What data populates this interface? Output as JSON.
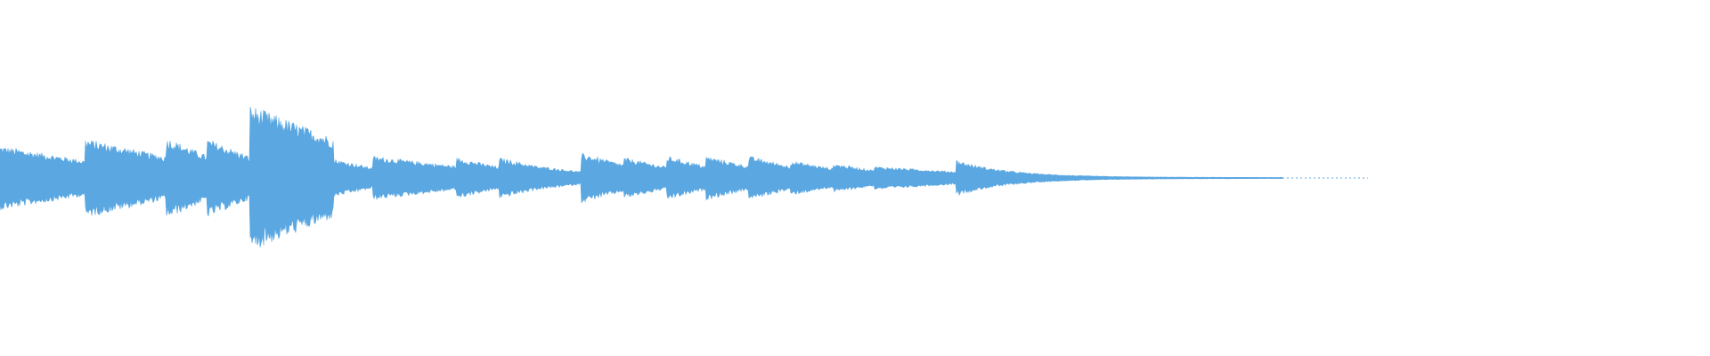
{
  "waveform": {
    "color": "#5aa7e1",
    "background": "#ffffff",
    "onsets": [
      0,
      0.05,
      0.097,
      0.121,
      0.146,
      0.195,
      0.218,
      0.267,
      0.292,
      0.316,
      0.34,
      0.365,
      0.39,
      0.413,
      0.438,
      0.462,
      0.487,
      0.511,
      0.559
    ],
    "peak_amplitudes": [
      0.22,
      0.27,
      0.28,
      0.27,
      0.5,
      0.13,
      0.15,
      0.14,
      0.14,
      0.08,
      0.17,
      0.14,
      0.15,
      0.15,
      0.15,
      0.12,
      0.1,
      0.08,
      0.12
    ],
    "audible_end_fraction": 0.75,
    "silence_end_fraction": 0.8
  }
}
